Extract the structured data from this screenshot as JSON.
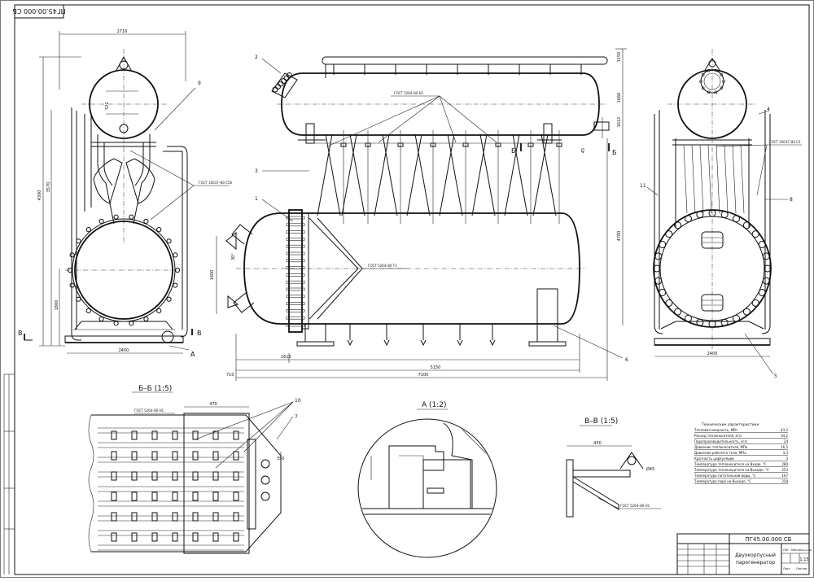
{
  "stamp_top_left": "ПГ45.00.000 СБ",
  "views": {
    "section_bb": "Б–Б (1:5)",
    "detail_a": "А (1:2)",
    "section_vv": "В–В (1:5)"
  },
  "dimensions": {
    "top_width": "2716",
    "left_height_total": "4300",
    "left_h2": "3570",
    "left_h3": "1800",
    "left_small": "522",
    "left_bottom_width": "2400",
    "main_total_len": "7100",
    "main_len": "5150",
    "main_left_part": "1613",
    "main_left_offset": "710",
    "main_top_right": "1150",
    "main_right_h1": "1666",
    "main_right_h2": "1612",
    "main_right_total": "4760",
    "main_nozzle_dim": "1600",
    "main_angle": "30°",
    "right_bottom_width": "2400",
    "bb_width": "470",
    "bb_dim2": "350",
    "vv_width": "430",
    "vv_dia": "Ø45",
    "main_small_h": "45"
  },
  "callouts": {
    "c1": "1",
    "c2": "2",
    "c3": "3",
    "c4": "4",
    "c5": "5",
    "c6": "6",
    "c7": "7",
    "c8": "8",
    "c9": "9",
    "c10": "10",
    "c11": "11"
  },
  "weld_notes": {
    "w1": "ГОСТ 5264–80 Н1",
    "w2": "ГОСТ 16037–80 С56",
    "w3": "ГОСТ 5264–80 Т3",
    "w4": "ГОСТ 16037–80 С2",
    "w5": "ГОСТ 5264–80 Н1",
    "w6": "ГОСТ 5264–80 Н1"
  },
  "section_marks": {
    "b_left": "Б",
    "b_right": "Б",
    "v_left": "В",
    "v_right": "В",
    "a_mark": "А"
  },
  "tech_specs": {
    "title": "Технические характеристики",
    "rows": [
      {
        "label": "Тепловая мощность, МВт",
        "value": "43,2"
      },
      {
        "label": "Расход теплоносителя, кг/с",
        "value": "34,2"
      },
      {
        "label": "Паропроизводительность, кг/с",
        "value": "24"
      },
      {
        "label": "Давление теплоносителя, МПа",
        "value": "16,5"
      },
      {
        "label": "Давление рабочего тела, МПа",
        "value": "3,3"
      },
      {
        "label": "Кратность циркуляции",
        "value": "3"
      },
      {
        "label": "Температура теплоносителя на Входе, °С",
        "value": "280"
      },
      {
        "label": "Температура теплоносителя на Выходе, °С",
        "value": "253"
      },
      {
        "label": "Температура питательной воды, °С",
        "value": "167"
      },
      {
        "label": "Температура пара на Выходе, °С",
        "value": "258"
      }
    ]
  },
  "title_block": {
    "doc_code": "ПГ45.00.000 СБ",
    "name_line1": "Двухкорпусный",
    "name_line2": "парогенератор",
    "lit_label": "Лит.",
    "mass_label": "Масса",
    "scale_label": "Масштаб",
    "scale": "1:15",
    "sheet_label": "Лист",
    "sheets_label": "Листов"
  }
}
